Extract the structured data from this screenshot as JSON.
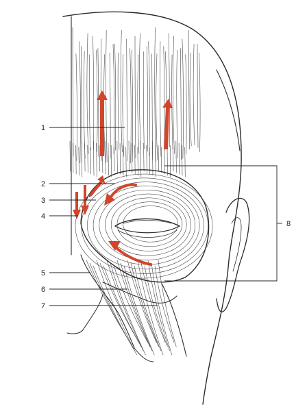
{
  "figure": {
    "labels": [
      "1",
      "2",
      "3",
      "4",
      "5",
      "6",
      "7",
      "8"
    ]
  },
  "colors": {
    "arrow": "#d2452a",
    "ink": "#2a2a2a",
    "background": "#ffffff"
  }
}
